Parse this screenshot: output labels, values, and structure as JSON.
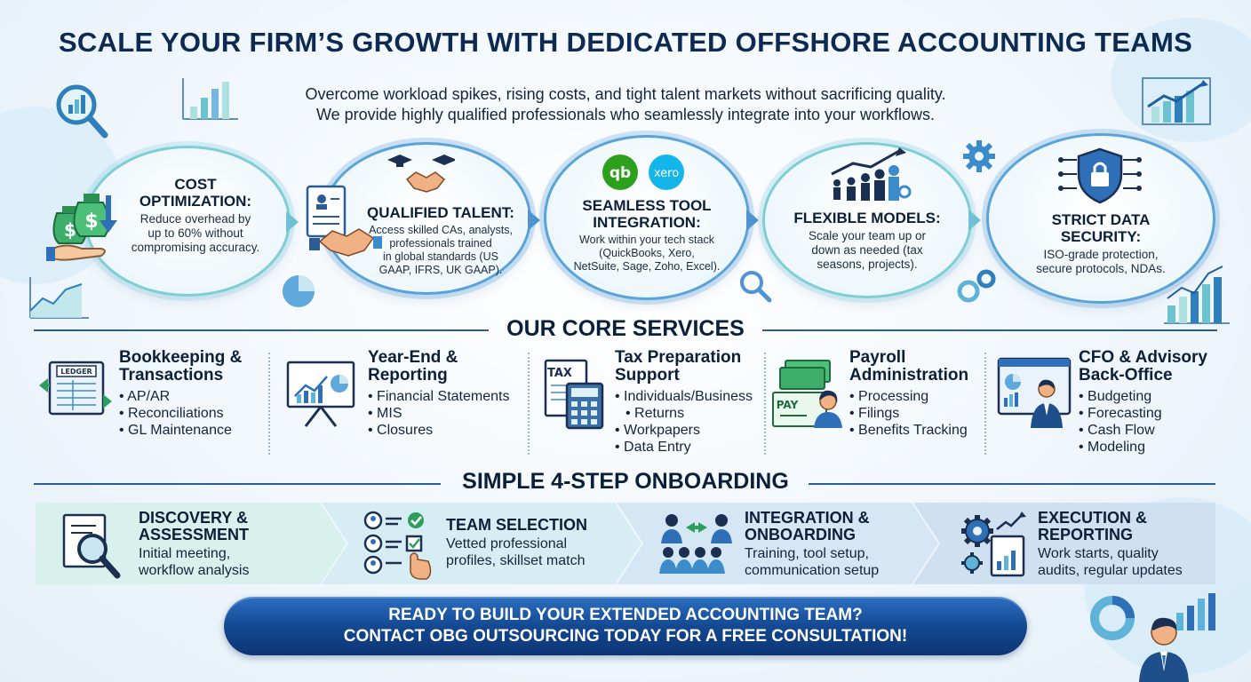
{
  "title": "SCALE YOUR FIRM’S GROWTH WITH DEDICATED OFFSHORE ACCOUNTING TEAMS",
  "subtitle": [
    "Overcome workload spikes, rising costs, and tight talent markets without sacrificing quality.",
    "We provide highly qualified professionals who seamlessly integrate into your workflows."
  ],
  "features": [
    {
      "title_lines": [
        "COST",
        "OPTIMIZATION:"
      ],
      "desc_lines": [
        "Reduce overhead by",
        "up to 60% without",
        "compromising accuracy."
      ],
      "icon": "money-bag-icon"
    },
    {
      "title_lines": [
        "QUALIFIED TALENT:"
      ],
      "desc_lines": [
        "Access skilled CAs, analysts,",
        "professionals trained",
        "in global standards (US",
        "GAAP, IFRS, UK GAAP)."
      ],
      "icon": "handshake-icon"
    },
    {
      "title_lines": [
        "SEAMLESS TOOL",
        "INTEGRATION:"
      ],
      "desc_lines": [
        "Work within your tech stack",
        "(QuickBooks, Xero,",
        "NetSuite, Sage, Zoho, Excel)."
      ],
      "icon": "software-logos-icon",
      "logo_labels": [
        "qb",
        "xero"
      ]
    },
    {
      "title_lines": [
        "FLEXIBLE MODELS:"
      ],
      "desc_lines": [
        "Scale your team up or",
        "down as needed (tax",
        "seasons, projects)."
      ],
      "icon": "team-growth-icon"
    },
    {
      "title_lines": [
        "STRICT DATA",
        "SECURITY:"
      ],
      "desc_lines": [
        "ISO-grade protection,",
        "secure protocols, NDAs."
      ],
      "icon": "shield-lock-icon"
    }
  ],
  "services_heading": "OUR CORE SERVICES",
  "services": [
    {
      "title_lines": [
        "Bookkeeping &",
        "Transactions"
      ],
      "items": [
        "AP/AR",
        "Reconciliations",
        "GL Maintenance"
      ],
      "icon": "ledger-icon",
      "icon_label": "LEDGER"
    },
    {
      "title_lines": [
        "Year-End &",
        "Reporting"
      ],
      "items": [
        "Financial Statements",
        "MIS",
        "Closures"
      ],
      "icon": "presentation-board-icon"
    },
    {
      "title_lines": [
        "Tax Preparation",
        "Support"
      ],
      "items": [
        "Individuals/Business",
        "Workpapers",
        "Data Entry"
      ],
      "item_continuations": {
        "0": "Returns"
      },
      "icon": "tax-calculator-icon",
      "icon_label": "TAX"
    },
    {
      "title_lines": [
        "Payroll",
        "Administration"
      ],
      "items": [
        "Processing",
        "Filings",
        "Benefits Tracking"
      ],
      "icon": "payroll-icon",
      "icon_label": "PAY"
    },
    {
      "title_lines": [
        "CFO & Advisory",
        "Back-Office"
      ],
      "items": [
        "Budgeting",
        "Forecasting",
        "Cash Flow",
        "Modeling"
      ],
      "icon": "advisor-dashboard-icon"
    }
  ],
  "onboarding_heading": "SIMPLE 4-STEP ONBOARDING",
  "steps": [
    {
      "title_lines": [
        "DISCOVERY &",
        "ASSESSMENT"
      ],
      "desc_lines": [
        "Initial meeting,",
        "workflow analysis"
      ],
      "icon": "magnifier-document-icon",
      "color": "#d8f1ec"
    },
    {
      "title_lines": [
        "TEAM SELECTION"
      ],
      "desc_lines": [
        "Vetted professional",
        "profiles, skillset match"
      ],
      "icon": "profile-checklist-icon",
      "color": "#d6eef3"
    },
    {
      "title_lines": [
        "INTEGRATION &",
        "ONBOARDING"
      ],
      "desc_lines": [
        "Training, tool setup,",
        "communication setup"
      ],
      "icon": "team-integration-icon",
      "color": "#d5e7f4"
    },
    {
      "title_lines": [
        "EXECUTION &",
        "REPORTING"
      ],
      "desc_lines": [
        "Work starts, quality",
        "audits, regular updates"
      ],
      "icon": "gear-report-icon",
      "color": "#cfe0f1"
    }
  ],
  "cta": {
    "line1": "READY TO BUILD YOUR EXTENDED ACCOUNTING TEAM?",
    "line2": "CONTACT OBG OUTSOURCING TODAY FOR A FREE CONSULTATION!"
  },
  "colors": {
    "navy": "#0c2a52",
    "teal": "#7fcdd6",
    "blue": "#5aa3d8",
    "cta": "#13468e",
    "green": "#2e9e5e"
  }
}
